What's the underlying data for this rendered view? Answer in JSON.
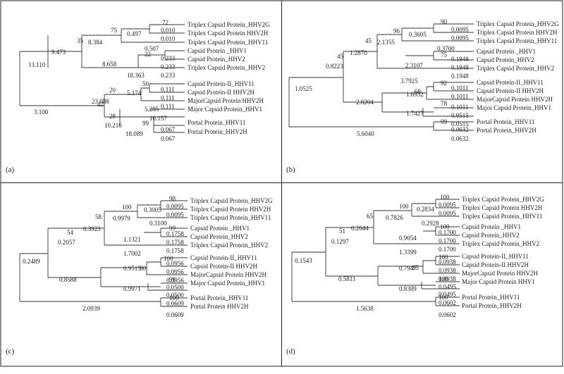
{
  "panels": [
    {
      "label": "(a)",
      "taxa": [
        "Triplex Capsid Protein_HHV2G",
        "Triplex Capsid Protein HHV2H",
        "Triplex Capsid Protein_HHV11",
        "Capsid Protein _HHV1",
        "Capsid Protein_HHV2",
        "Triplex Capsid Protein_HHV2",
        "Capsid Protein-II_HHV11",
        "Capsid Protein-II HHV2H",
        "MajorCapsid Protein HHV2H",
        "Major Capsid Protein_HHV1",
        "Portal Protein_HHV11",
        "Portal Protein_HHV2H"
      ],
      "bootstrap": {
        "n1": "72",
        "n2": "75",
        "n3": "35",
        "n4": "22",
        "n5": "50",
        "n6": "20",
        "n7": "42",
        "n8": "99",
        "n9": "28"
      },
      "lengths": {
        "t1": "0.010",
        "t2": "0.010",
        "t3": "0.010",
        "t4": "0.233",
        "t5": "0.233",
        "t6": "0.233",
        "t7": "0.111",
        "t8": "0.111",
        "t9": "0.111",
        "t10": "5.285",
        "t11": "0.067",
        "t12": "0.067",
        "n1": "0.497",
        "n2": "8.384",
        "n3": "9.473",
        "n4": "0.507",
        "n5": "5.174",
        "n6": "23.088",
        "n7": "18.363",
        "n8": "10.157",
        "n9": "10.216",
        "n10": "18.089",
        "root_top": "13.110",
        "root_bottom": "3.100",
        "left_mid": "8.658"
      }
    },
    {
      "label": "(b)",
      "taxa": [
        "Triplex Capsid Protein_HHV2G",
        "Triplex Capsid Protein HHV2H",
        "Triplex Capsid Protein_HHV11",
        "Capsid Protein _HHV1",
        "Capsid Protein_HHV2",
        "Triplex Capsid Protein_HHV2",
        "Capsid Protein-II_HHV11",
        "Capsid Protein-II HHV2H",
        "MajorCapsid Protein HHV2H",
        "Major Capsid Protein_HHV1",
        "Portal Protein_HHV11",
        "Portal Protein_HHV2H"
      ],
      "bootstrap": {
        "n1": "90",
        "n2": "96",
        "n3": "45",
        "n3b": "45",
        "n4": "75",
        "n5": "92",
        "n6": "68",
        "n8": "78",
        "n9": "99"
      },
      "lengths": {
        "t1": "0.0095",
        "t2": "0.0095",
        "t3": "0.0095",
        "t4": "0.1948",
        "t5": "0.1948",
        "t6": "0.1948",
        "t7": "0.1011",
        "t8": "0.1011",
        "t9": "0.1011",
        "t10": "0.0515",
        "t11": "0.0515",
        "t12": "0.0632",
        "t13": "0.0632",
        "n1": "0.3605",
        "n2": "2.1355",
        "n3": "1.2870",
        "n4": "0.3700",
        "n5": "1.6932",
        "n6": "3.7925",
        "n7": "2.3107",
        "n8": "1.7427",
        "root_top": "0.8223",
        "root_mid": "1.0525",
        "lower": "2.8204",
        "root_bottom": "5.6040"
      }
    },
    {
      "label": "(c)",
      "taxa": [
        "Triplex Capsid Protein_HHV2G",
        "Triplex Capsid Protein HHV2H",
        "Triplex Capsid Protein_HHV11",
        "Capsid Protein _HHV1",
        "Capsid Protein_HHV2",
        "Triplex Capsid Protein_HHV2",
        "Capsid Protein-II_HHV11",
        "Capsid Protein-II HHV2H",
        "MajorCapsid Protein HHV2H",
        "Major Capsid Protein_HHV1",
        "Portal Protein_HHV11",
        "Portal Protein HHV2H"
      ],
      "bootstrap": {
        "n1": "98",
        "n2": "100",
        "n3": "58",
        "n4": "99",
        "n5": "54",
        "n6": "100",
        "n7": "80",
        "n8": "99",
        "n9": "100"
      },
      "lengths": {
        "t1": "0.0095",
        "t2": "0.0095",
        "t3": "0.0095",
        "t4": "0.1758",
        "t5": "0.1758",
        "t6": "0.1758",
        "t7": "0.0956",
        "t8": "0.0956",
        "t9": "0.0956",
        "t10": "0.0500",
        "t11": "0.0500",
        "t12": "0.0609",
        "t13": "0.0609",
        "n1": "0.3005",
        "n2": "0.9979",
        "n3": "0.3923",
        "n4": "0.3100",
        "n5": "1.1321",
        "n6": "0.2057",
        "n7": "1.7002",
        "n8": "0.9515",
        "n9": "0.9971",
        "root": "0.2489",
        "lower": "0.8588",
        "root_bottom": "2.0939"
      }
    },
    {
      "label": "(d)",
      "taxa": [
        "Triplex Capsid Protein_HHV2G",
        "Triplex Capsid Protein HHV2H",
        "Triplex Capsid Protein_HHV11",
        "Capsid Protein _HHV1",
        "Capsid Protein_HHV2",
        "Triplex Capsid Protein_HHV2",
        "Capsid Protein-II_HHV11",
        "Capsid Protein-II HHV2H",
        "MajorCapsid Protein HHV2H",
        "Major Capsid Protein HHV1",
        "Portal Protein_HHV11",
        "Portal Protein_HHV2H"
      ],
      "bootstrap": {
        "n1": "100",
        "n2": "100",
        "n3": "65",
        "n4": "100",
        "n5": "51",
        "n6": "100",
        "n7": "85",
        "n8": "100",
        "n9": "100"
      },
      "lengths": {
        "t1": "0.0095",
        "t2": "0.0095",
        "t3": "0.0095",
        "t4": "0.1700",
        "t5": "0.1700",
        "t6": "0.1700",
        "t7": "0.0938",
        "t8": "0.0938",
        "t9": "0.0938",
        "t10": "0.0495",
        "t11": "0.0495",
        "t12": "0.0602",
        "t13": "0.0602",
        "n1": "0.2834",
        "n2": "0.7826",
        "n3": "0.2644",
        "n4": "0.2928",
        "n5": "0.9054",
        "n6": "0.1297",
        "n7": "1.3399",
        "n8": "0.7947",
        "n9": "0.8389",
        "root": "0.1543",
        "lower": "0.5811",
        "root_bottom": "1.5638"
      }
    }
  ]
}
